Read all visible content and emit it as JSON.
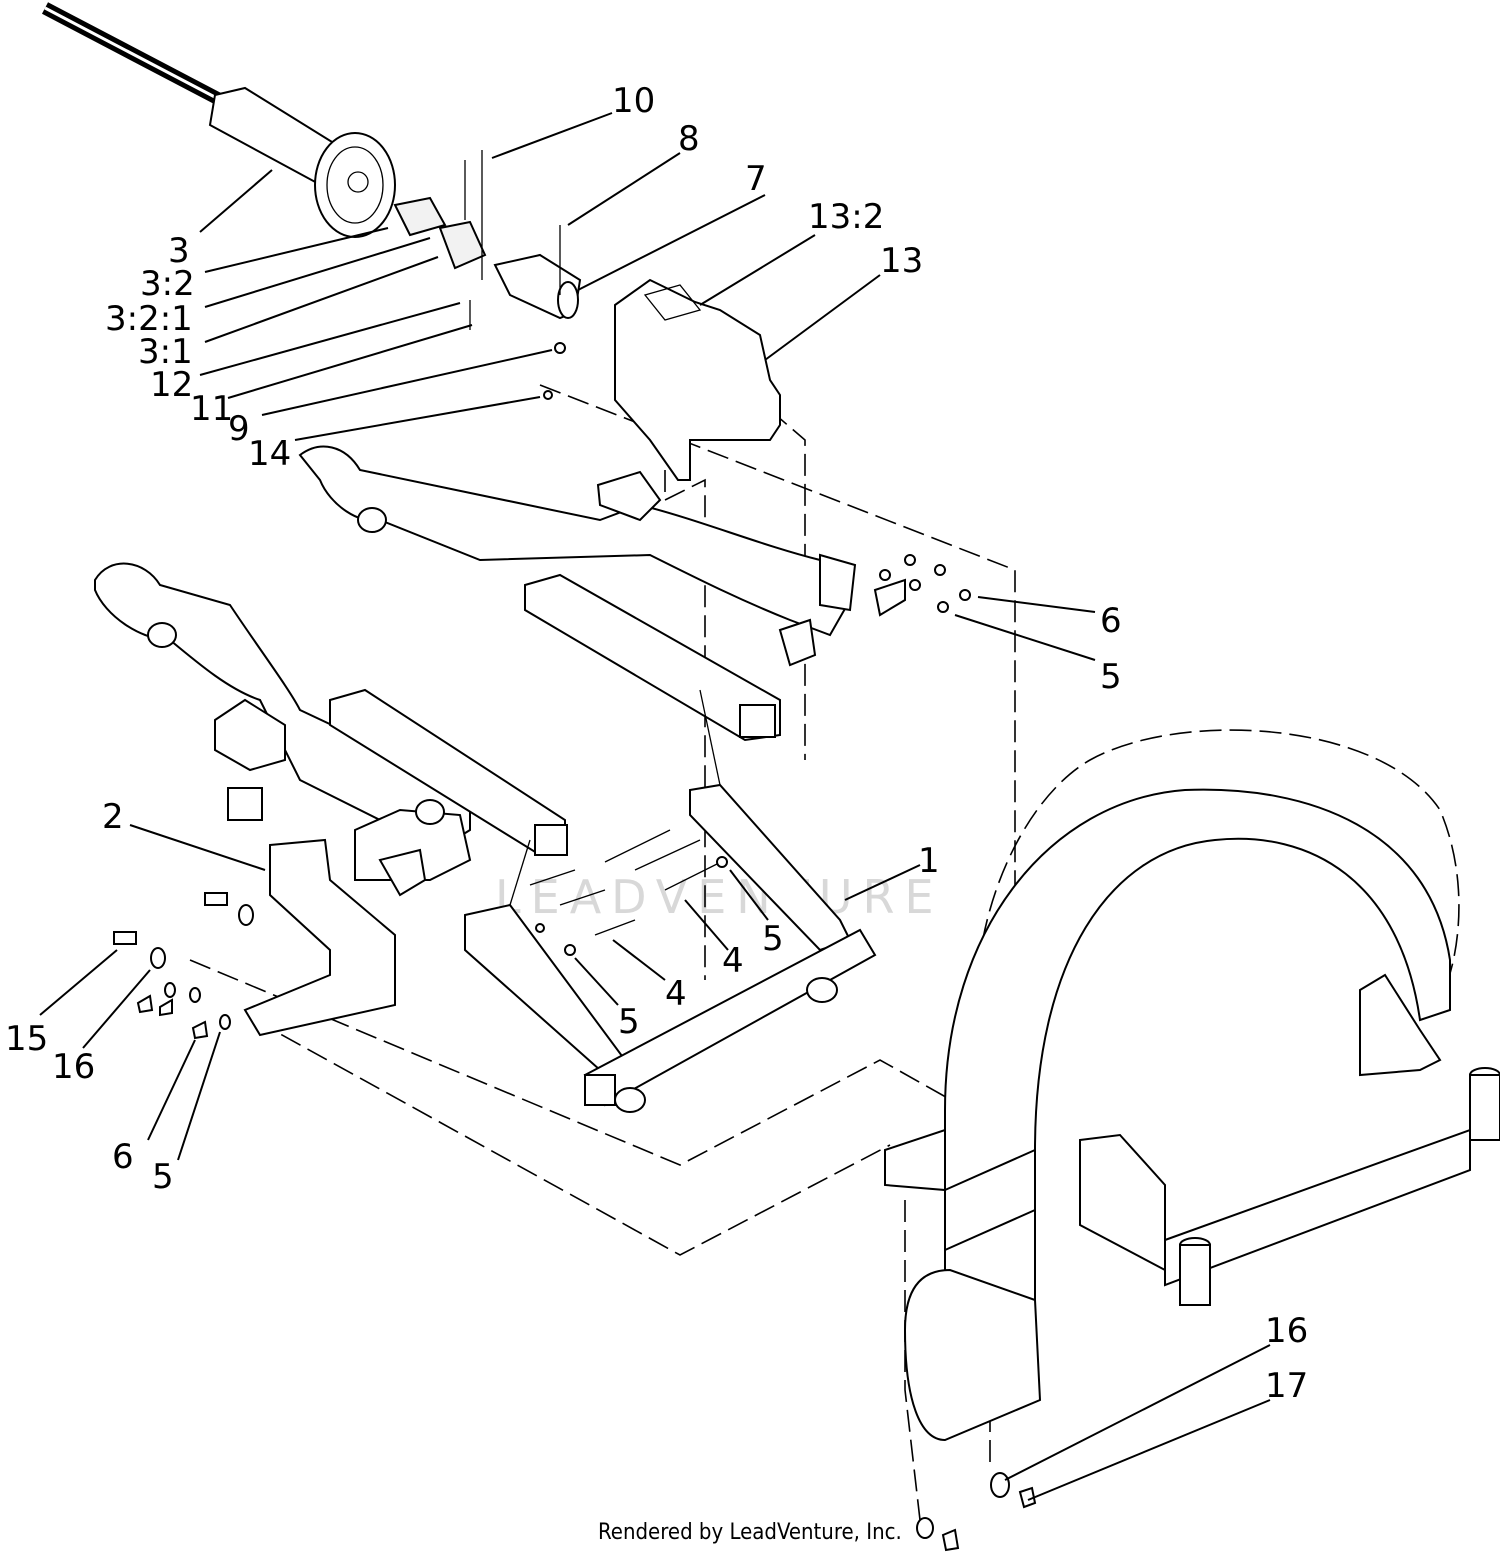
{
  "callouts": {
    "c10": "10",
    "c8": "8",
    "c7": "7",
    "c13_2": "13:2",
    "c13": "13",
    "c3": "3",
    "c3_2": "3:2",
    "c3_2_1": "3:2:1",
    "c3_1": "3:1",
    "c12": "12",
    "c11": "11",
    "c9": "9",
    "c14": "14",
    "c6a": "6",
    "c5a": "5",
    "c2": "2",
    "c1": "1",
    "c5b": "5",
    "c4a": "4",
    "c4b": "4",
    "c5c": "5",
    "c15": "15",
    "c16a": "16",
    "c6b": "6",
    "c5d": "5",
    "c16b": "16",
    "c17": "17"
  },
  "footer": {
    "text": "Rendered by LeadVenture, Inc."
  },
  "watermark": {
    "text": "LEADVENTURE"
  }
}
